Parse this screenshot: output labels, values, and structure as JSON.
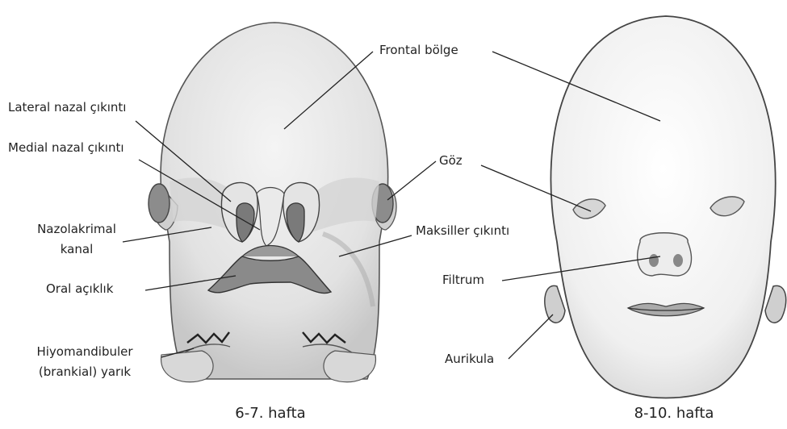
{
  "diagram": {
    "left_panel": {
      "caption": "6-7. hafta",
      "labels": {
        "lateral_nazal": "Lateral nazal çıkıntı",
        "medial_nazal": "Medial nazal çıkıntı",
        "nazolakrimal_1": "Nazolakrimal",
        "nazolakrimal_2": "kanal",
        "oral": "Oral açıklık",
        "hiyomandibuler_1": "Hiyomandibuler",
        "hiyomandibuler_2": "(brankial) yarık"
      }
    },
    "center_labels": {
      "frontal": "Frontal bölge",
      "goz": "Göz",
      "maksiller": "Maksiller çıkıntı",
      "filtrum": "Filtrum",
      "aurikula": "Aurikula"
    },
    "right_panel": {
      "caption": "8-10. hafta"
    }
  }
}
